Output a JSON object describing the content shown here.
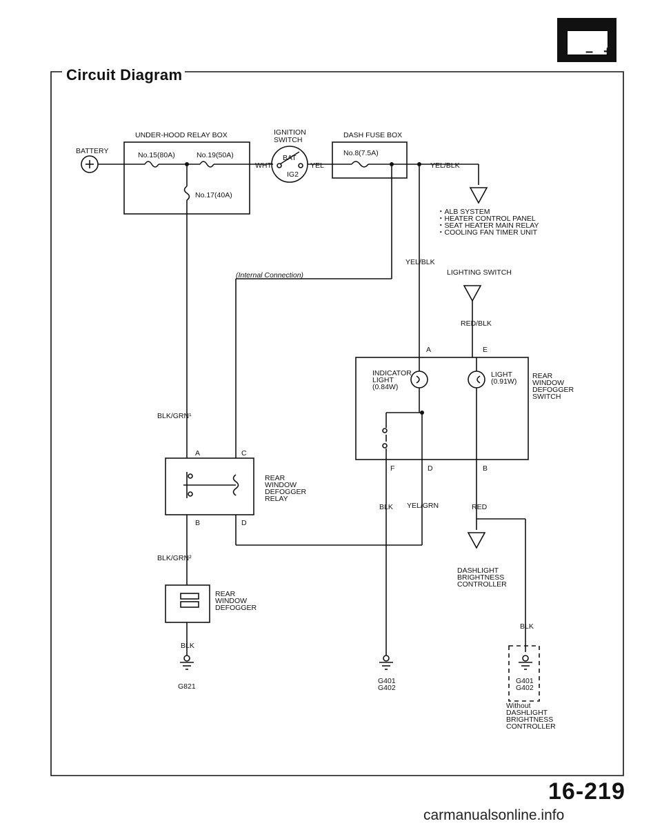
{
  "header": {
    "title": "Circuit Diagram",
    "page_number": "16-219",
    "watermark": "carmanualsonline.info",
    "battery_minus": "–",
    "battery_plus": "+"
  },
  "labels": {
    "battery": "BATTERY",
    "under_hood_box": "UNDER-HOOD RELAY BOX",
    "fuse_15": "No.15(80A)",
    "fuse_19": "No.19(50A)",
    "fuse_17": "No.17(40A)",
    "ignition_switch": [
      "IGNITION",
      "SWITCH"
    ],
    "bat": "BAT",
    "ig2": "IG2",
    "wht": "WHT",
    "yel": "YEL",
    "dash_fuse_box": "DASH FUSE BOX",
    "fuse_8": "No.8(7.5A)",
    "yel_blk_1": "YEL/BLK",
    "loads": [
      "・ALB SYSTEM",
      "・HEATER CONTROL PANEL",
      "・SEAT HEATER MAIN RELAY",
      "・COOLING FAN TIMER UNIT"
    ],
    "yel_blk_2": "YEL/BLK",
    "internal_connection": "(Internal Connection)",
    "lighting_switch": "LIGHTING SWITCH",
    "red_blk": "RED/BLK",
    "pin_a": "A",
    "pin_e": "E",
    "indicator_light": [
      "INDICATOR",
      "LIGHT",
      "(0.84W)"
    ],
    "light": [
      "LIGHT",
      "(0.91W)"
    ],
    "rear_window_defogger_switch": [
      "REAR",
      "WINDOW",
      "DEFOGGER",
      "SWITCH"
    ],
    "pin_f": "F",
    "pin_d": "D",
    "pin_b": "B",
    "blk_grn_1": "BLK/GRN¹",
    "relay_pin_a": "A",
    "relay_pin_c": "C",
    "relay_pin_b": "B",
    "relay_pin_d": "D",
    "rear_window_defogger_relay": [
      "REAR",
      "WINDOW",
      "DEFOGGER",
      "RELAY"
    ],
    "blk_1": "BLK",
    "yel_grn": "YEL/GRN",
    "red": "RED",
    "blk_grn_2": "BLK/GRN²",
    "rear_window_defogger": [
      "REAR",
      "WINDOW",
      "DEFOGGER"
    ],
    "dashlight_brightness_controller": [
      "DASHLIGHT",
      "BRIGHTNESS",
      "CONTROLLER"
    ],
    "blk_2": "BLK",
    "blk_3": "BLK",
    "g821": "G821",
    "g401_g402": [
      "G401",
      "G402"
    ],
    "g401_g402_b": [
      "G401",
      "G402"
    ],
    "without_controller": [
      "Without",
      "DASHLIGHT",
      "BRIGHTNESS",
      "CONTROLLER"
    ]
  }
}
